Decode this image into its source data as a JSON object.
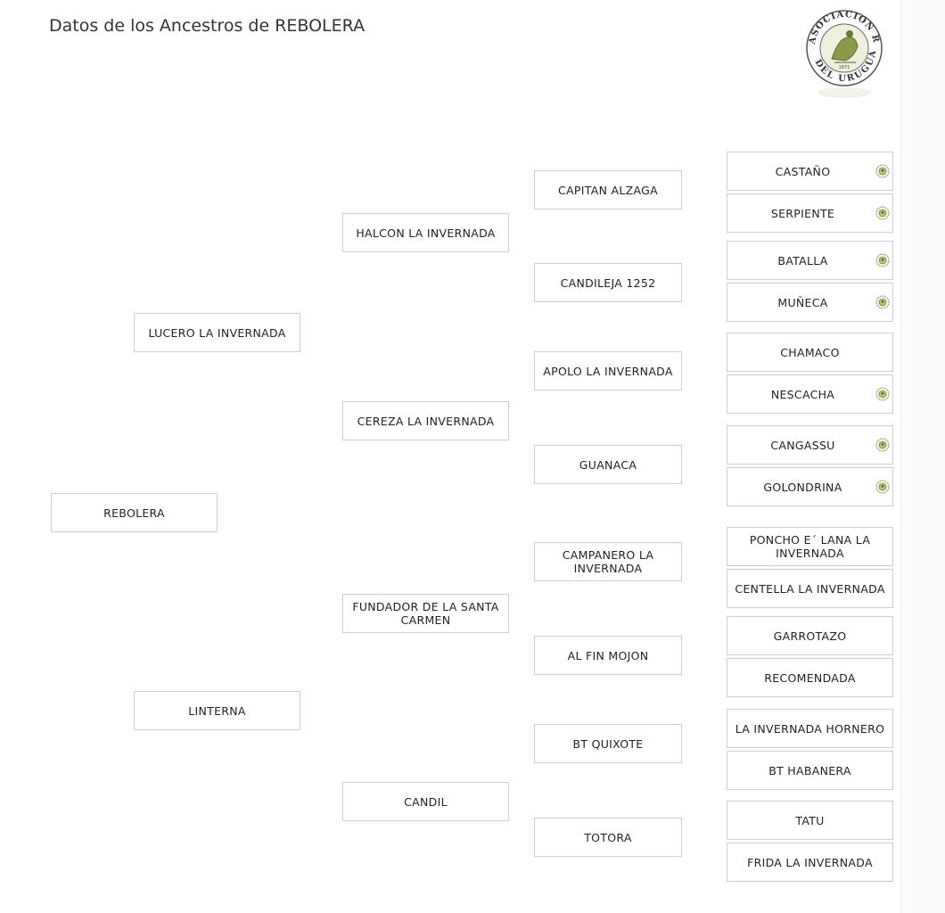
{
  "page": {
    "title": "Datos de los Ancestros de REBOLERA"
  },
  "logo": {
    "name": "asociacion-rural-del-uruguay-logo",
    "text": "ASOCIACION RURAL DEL URUGUAY",
    "year": "1871"
  },
  "badge_icon": "aru-seal-icon",
  "pedigree": {
    "animal": {
      "name": "REBOLERA"
    },
    "parents": [
      {
        "name": "LUCERO LA INVERNADA"
      },
      {
        "name": "LINTERNA"
      }
    ],
    "grandparents": [
      {
        "name": "HALCON LA INVERNADA"
      },
      {
        "name": "CEREZA LA INVERNADA"
      },
      {
        "name": "FUNDADOR DE LA SANTA CARMEN"
      },
      {
        "name": "CANDIL"
      }
    ],
    "great_grandparents": [
      {
        "name": "CAPITAN ALZAGA"
      },
      {
        "name": "CANDILEJA 1252"
      },
      {
        "name": "APOLO LA INVERNADA"
      },
      {
        "name": "GUANACA"
      },
      {
        "name": "CAMPANERO LA INVERNADA"
      },
      {
        "name": "AL FIN MOJON"
      },
      {
        "name": "BT QUIXOTE"
      },
      {
        "name": "TOTORA"
      }
    ],
    "great_great_grandparents": [
      {
        "name": "CASTAÑO",
        "registered": true
      },
      {
        "name": "SERPIENTE",
        "registered": true
      },
      {
        "name": "BATALLA",
        "registered": true
      },
      {
        "name": "MUÑECA",
        "registered": true
      },
      {
        "name": "CHAMACO",
        "registered": false
      },
      {
        "name": "NESCACHA",
        "registered": true
      },
      {
        "name": "CANGASSU",
        "registered": true
      },
      {
        "name": "GOLONDRINA",
        "registered": true
      },
      {
        "name": "PONCHO E´ LANA LA INVERNADA",
        "registered": false
      },
      {
        "name": "CENTELLA LA INVERNADA",
        "registered": false
      },
      {
        "name": "GARROTAZO",
        "registered": false
      },
      {
        "name": "RECOMENDADA",
        "registered": false
      },
      {
        "name": "LA INVERNADA HORNERO",
        "registered": false
      },
      {
        "name": "BT HABANERA",
        "registered": false
      },
      {
        "name": "TATU",
        "registered": false
      },
      {
        "name": "FRIDA LA INVERNADA",
        "registered": false
      }
    ]
  }
}
